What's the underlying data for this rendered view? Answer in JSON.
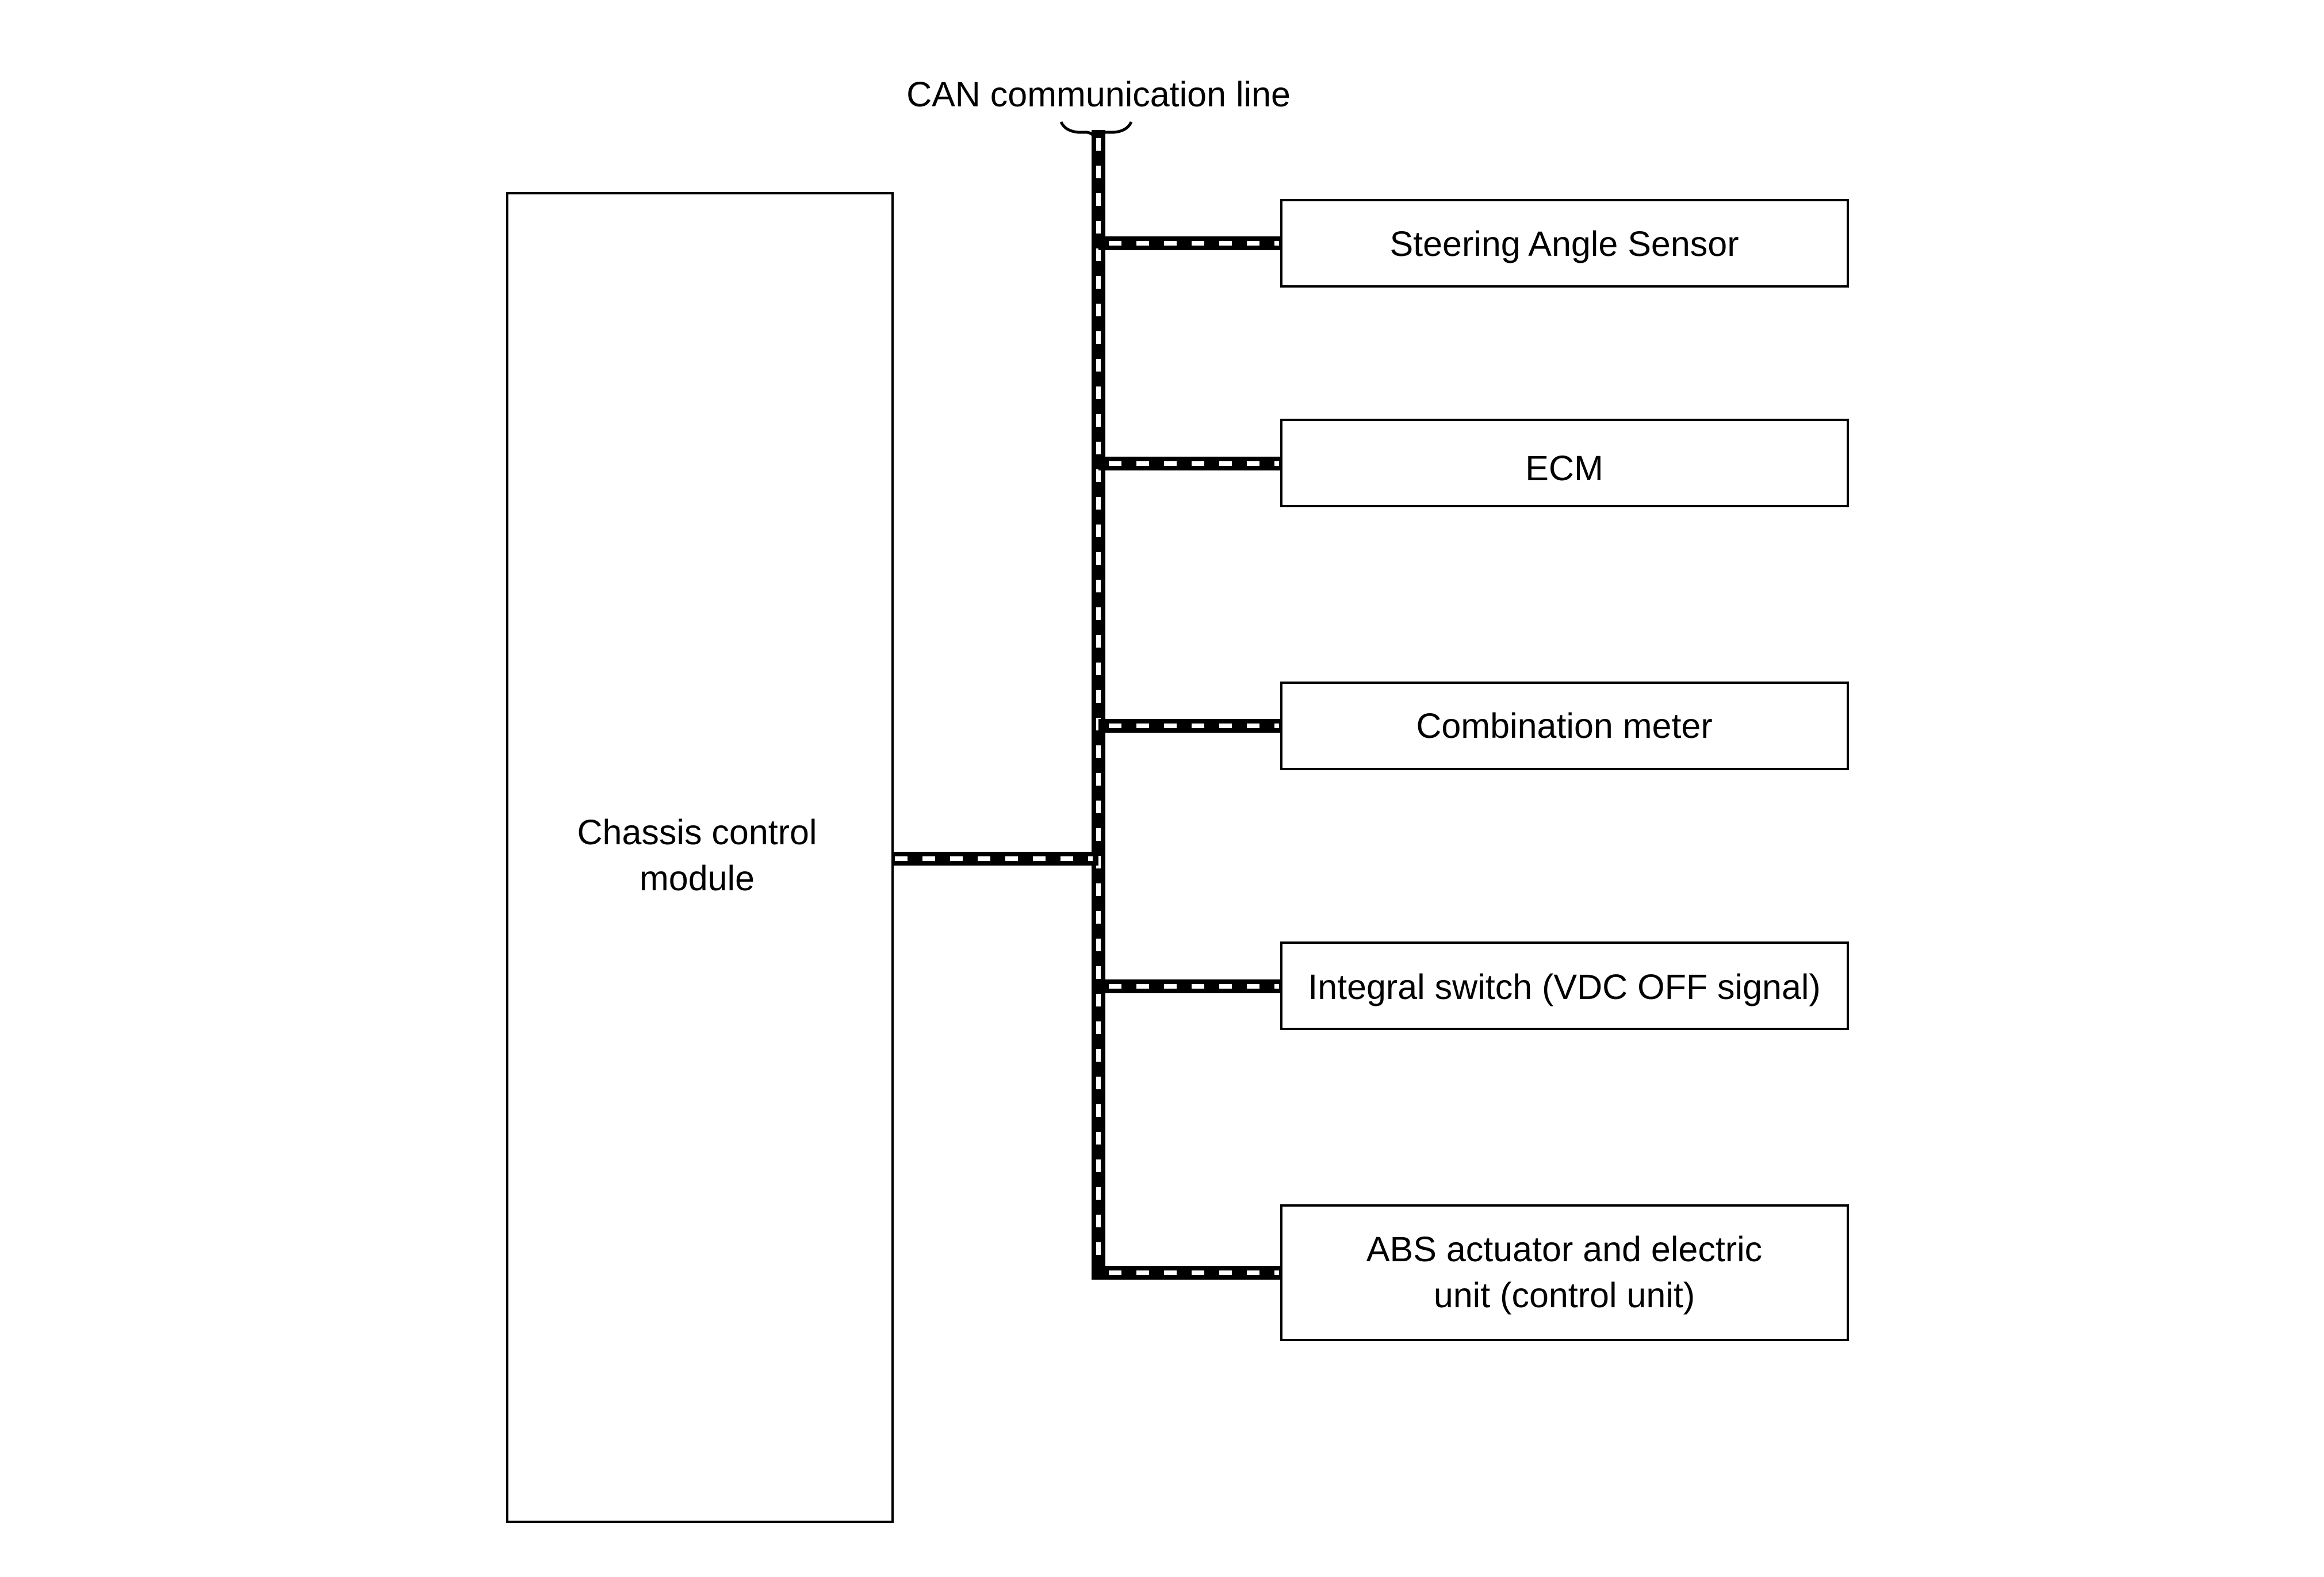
{
  "can_label": "CAN communication line",
  "chassis_module": {
    "line1": "Chassis control",
    "line2": "module"
  },
  "units": [
    {
      "id": "steering",
      "lines": [
        "Steering Angle Sensor"
      ]
    },
    {
      "id": "ecm",
      "lines": [
        "ECM"
      ]
    },
    {
      "id": "meter",
      "lines": [
        "Combination meter"
      ]
    },
    {
      "id": "switch",
      "lines": [
        "Integral switch (VDC OFF signal)"
      ]
    },
    {
      "id": "abs",
      "lines": [
        "ABS actuator and electric",
        "unit (control unit)"
      ]
    }
  ],
  "colors": {
    "line": "#000000",
    "dash": "#ffffff",
    "box_stroke": "#000000",
    "background": "#ffffff"
  }
}
